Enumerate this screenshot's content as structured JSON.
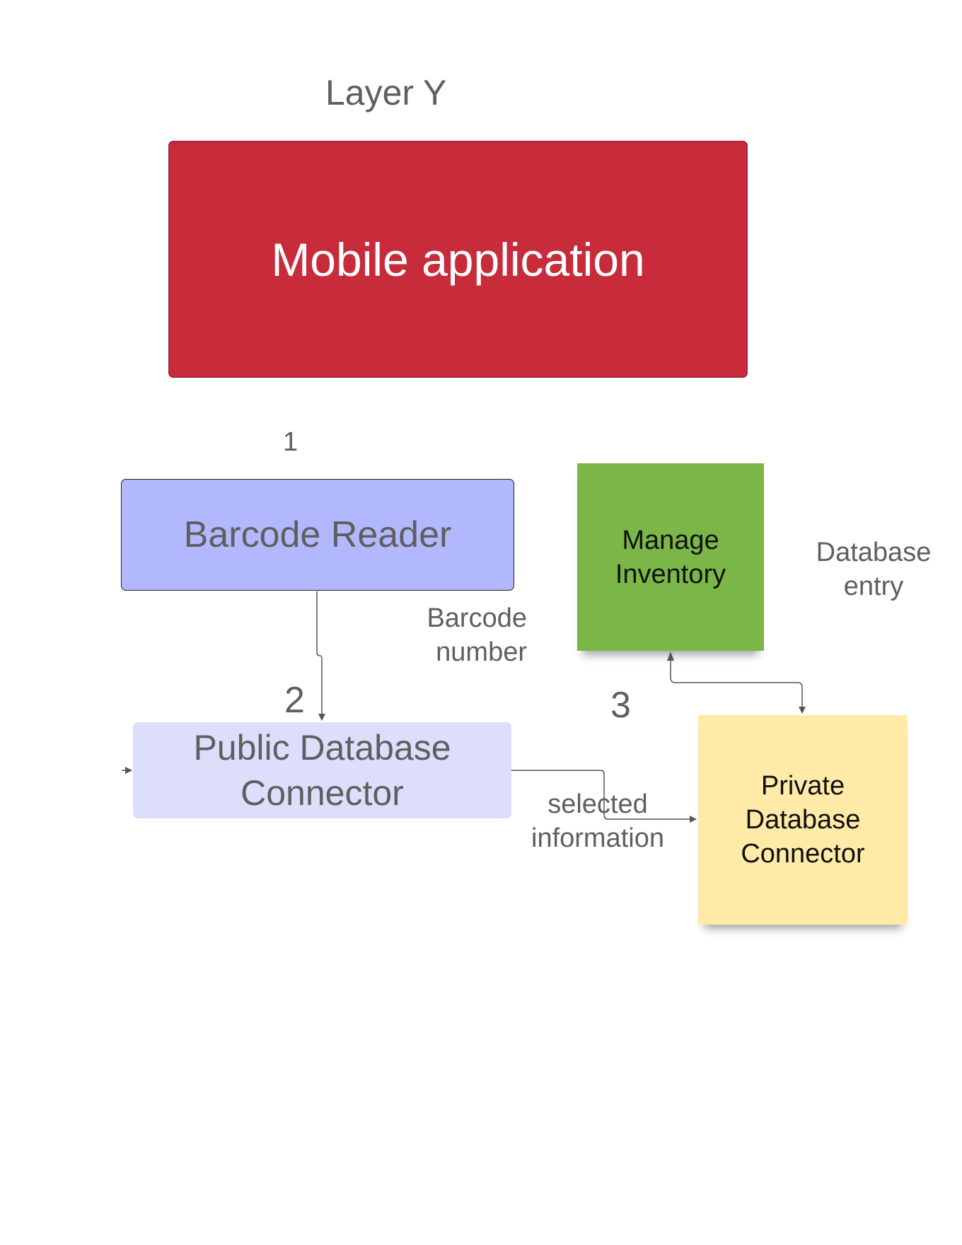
{
  "diagram": {
    "title": "Layer Y",
    "nodes": {
      "mobile_app": "Mobile application",
      "barcode_reader": "Barcode Reader",
      "public_db_connector": "Public Database Connector",
      "manage_inventory": "Manage Inventory",
      "private_db_connector": "Private Database Connector"
    },
    "step_numbers": [
      "1",
      "2",
      "3"
    ],
    "edge_labels": {
      "barcode_number": "Barcode number",
      "selected_information": "selected information",
      "database_entry": "Database entry"
    }
  },
  "colors": {
    "mobile_app": "#c82b3a",
    "barcode_reader": "#b2b8fd",
    "public_db_connector": "#dcdefc",
    "manage_inventory": "#7ab648",
    "private_db_connector": "#ffeaa7",
    "text_gray": "#5f5f5f",
    "connector": "#555555"
  }
}
